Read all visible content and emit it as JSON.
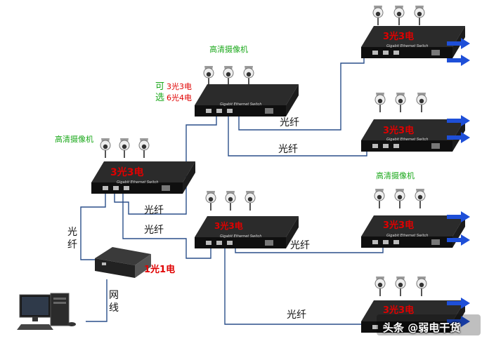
{
  "labels": {
    "camera_group_top": "高清摄像机",
    "camera_group_left": "高清摄像机",
    "camera_group_right": "高清摄像机",
    "optional_prefix_1": "可",
    "optional_prefix_2": "选",
    "option_a": "3光3电",
    "option_b": "6光4电",
    "fiber": "光纤",
    "fiber_vertical": "光纤",
    "network_cable_vertical": "网线",
    "converter_label": "1光1电"
  },
  "switches": {
    "product_text": "Gigabit Ethernet Switch",
    "port_label": "3光3电"
  },
  "watermark": "头条 @弱电干货",
  "colors": {
    "switch_body": "#1b1b1b",
    "switch_front": "#0d0d0d",
    "link_line": "#2a4f8a",
    "arrow": "#1e4fd8",
    "port_red": "#e00000",
    "label_green": "#1aa81a"
  }
}
